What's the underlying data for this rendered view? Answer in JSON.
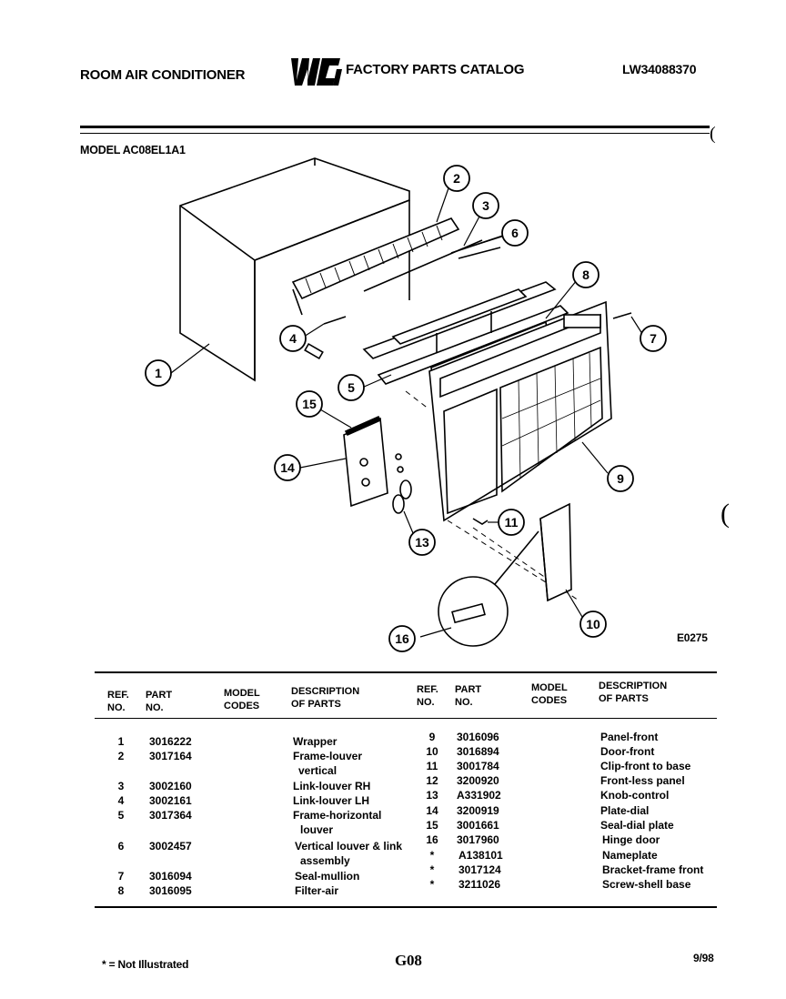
{
  "header": {
    "left": "ROOM AIR CONDITIONER",
    "logo_text": "WCI",
    "center": "FACTORY PARTS CATALOG",
    "right": "LW34088370"
  },
  "model_label": "MODEL AC08EL1A1",
  "diagram": {
    "code": "E0275",
    "callouts": [
      "1",
      "2",
      "3",
      "4",
      "5",
      "6",
      "7",
      "8",
      "9",
      "10",
      "11",
      "13",
      "14",
      "15",
      "16"
    ]
  },
  "table": {
    "headers": {
      "ref": "REF.",
      "ref2": "NO.",
      "part": "PART",
      "part2": "NO.",
      "model": "MODEL",
      "model2": "CODES",
      "desc": "DESCRIPTION",
      "desc2": "OF PARTS"
    },
    "left_rows": [
      {
        "ref": "1",
        "part": "3016222",
        "desc": "Wrapper"
      },
      {
        "ref": "2",
        "part": "3017164",
        "desc": "Frame-louver"
      },
      {
        "ref": "",
        "part": "",
        "desc": "vertical"
      },
      {
        "ref": "3",
        "part": "3002160",
        "desc": "Link-louver RH"
      },
      {
        "ref": "4",
        "part": "3002161",
        "desc": "Link-louver LH"
      },
      {
        "ref": "5",
        "part": "3017364",
        "desc": "Frame-horizontal"
      },
      {
        "ref": "",
        "part": "",
        "desc": "louver"
      },
      {
        "ref": "6",
        "part": "3002457",
        "desc": "Vertical louver & link"
      },
      {
        "ref": "",
        "part": "",
        "desc": "assembly"
      },
      {
        "ref": "7",
        "part": "3016094",
        "desc": "Seal-mullion"
      },
      {
        "ref": "8",
        "part": "3016095",
        "desc": "Filter-air"
      }
    ],
    "right_rows": [
      {
        "ref": "9",
        "part": "3016096",
        "desc": "Panel-front"
      },
      {
        "ref": "10",
        "part": "3016894",
        "desc": "Door-front"
      },
      {
        "ref": "11",
        "part": "3001784",
        "desc": "Clip-front to base"
      },
      {
        "ref": "12",
        "part": "3200920",
        "desc": "Front-less panel"
      },
      {
        "ref": "13",
        "part": "A331902",
        "desc": "Knob-control"
      },
      {
        "ref": "14",
        "part": "3200919",
        "desc": "Plate-dial"
      },
      {
        "ref": "15",
        "part": "3001661",
        "desc": "Seal-dial plate"
      },
      {
        "ref": "16",
        "part": "3017960",
        "desc": "Hinge door"
      },
      {
        "ref": "*",
        "part": "A138101",
        "desc": "Nameplate"
      },
      {
        "ref": "*",
        "part": "3017124",
        "desc": "Bracket-frame front"
      },
      {
        "ref": "*",
        "part": "3211026",
        "desc": "Screw-shell base"
      }
    ]
  },
  "footer": {
    "note": "* = Not Illustrated",
    "page": "G08",
    "date": "9/98"
  }
}
